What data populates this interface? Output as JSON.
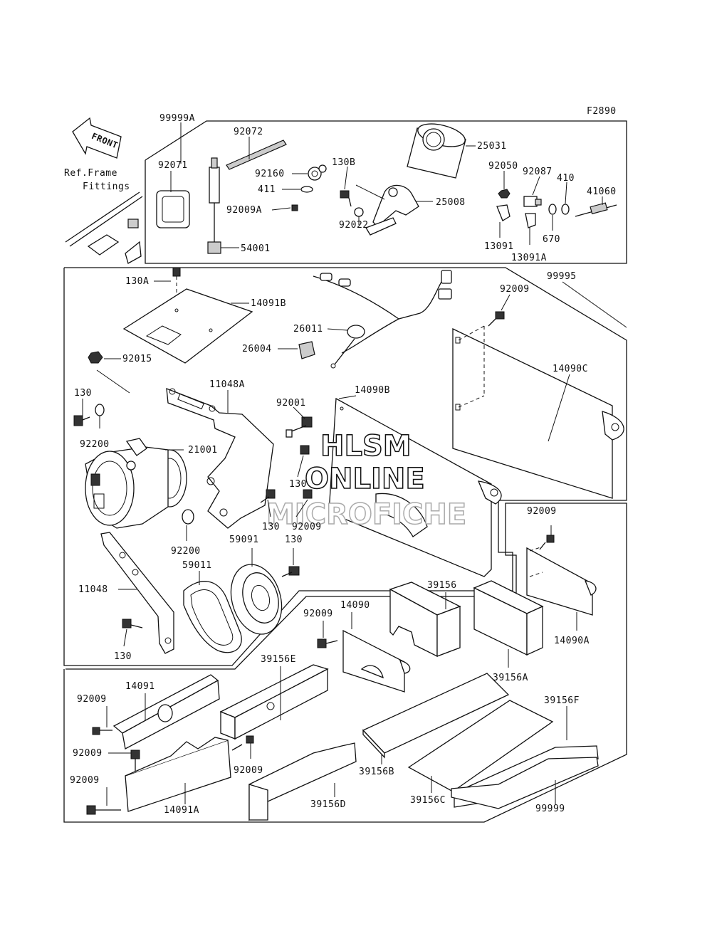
{
  "figure_code": "F2890",
  "front_label": "FRONT",
  "ref_note": [
    "Ref.Frame",
    "Fittings"
  ],
  "watermark": [
    "HLSM",
    "ONLINE",
    "MICROFICHE"
  ],
  "labels": {
    "l_99999a": "99999A",
    "l_92072": "92072",
    "l_92071": "92071",
    "l_92160": "92160",
    "l_130b": "130B",
    "l_411": "411",
    "l_92009a": "92009A",
    "l_54001": "54001",
    "l_92022": "92022",
    "l_25031": "25031",
    "l_25008": "25008",
    "l_92050": "92050",
    "l_92087": "92087",
    "l_410": "410",
    "l_41060": "41060",
    "l_13091": "13091",
    "l_13091a": "13091A",
    "l_670": "670",
    "l_130a": "130A",
    "l_14091b": "14091B",
    "l_92015": "92015",
    "l_26011": "26011",
    "l_26004": "26004",
    "l_92009_r1": "92009",
    "l_99995": "99995",
    "l_14090c": "14090C",
    "l_130_1": "130",
    "l_11048a": "11048A",
    "l_92001": "92001",
    "l_14090b": "14090B",
    "l_92200_1": "92200",
    "l_21001": "21001",
    "l_130_2": "130",
    "l_130_3": "130",
    "l_92009_c": "92009",
    "l_92200_2": "92200",
    "l_59091": "59091",
    "l_130_4": "130",
    "l_59011": "59011",
    "l_11048": "11048",
    "l_130_5": "130",
    "l_92009_r2": "92009",
    "l_14090a": "14090A",
    "l_39156": "39156",
    "l_14090": "14090",
    "l_92009_m": "92009",
    "l_39156a": "39156A",
    "l_39156e": "39156E",
    "l_14091": "14091",
    "l_92009_l1": "92009",
    "l_92009_l2": "92009",
    "l_92009_l3": "92009",
    "l_92009_b": "92009",
    "l_14091a": "14091A",
    "l_39156d": "39156D",
    "l_39156b": "39156B",
    "l_39156c": "39156C",
    "l_39156f": "39156F",
    "l_99999": "99999"
  }
}
